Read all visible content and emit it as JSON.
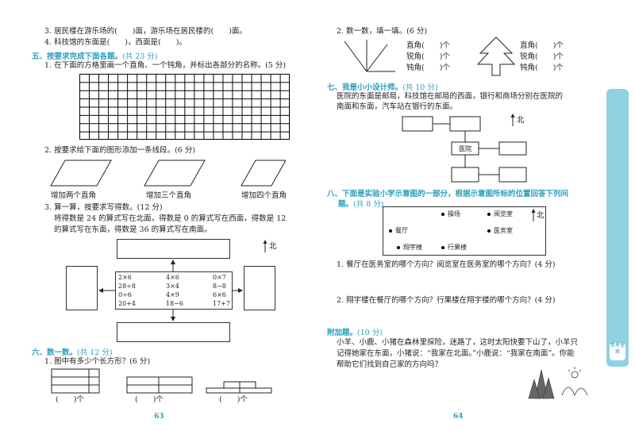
{
  "left": {
    "q3": "3. 居民楼在游乐场的(　　)面，游乐场在居民楼的(　　)面。",
    "q4": "4. 科技馆的东面是(　　)，西面是(　　)。",
    "sec5_title": "五、按要求完成下面各题。",
    "sec5_pts": "(共 23 分)",
    "s5q1": "1. 在下面的方格里画一个直角、一个钝角，并标出各部分的名称。(5 分)",
    "s5q2": "2. 按要求给下面的图形添加一条线段。(6 分)",
    "para_labels": [
      "增加两个直角",
      "增加三个直角",
      "增加四个直角"
    ],
    "s5q3": "3. 算一算，按要求写得数。(12 分)",
    "s5q3_text1": "将得数是 24 的算式写在北面，得数是 0 的算式写在西面，得数是 12",
    "s5q3_text2": "的算式写在东面，得数是 36 的算式写在南面。",
    "north": "北",
    "expressions": [
      [
        "2×6",
        "4×6",
        "0×7"
      ],
      [
        "28÷8",
        "3×4",
        "8−8"
      ],
      [
        "0÷6",
        "4×9",
        "6×6"
      ],
      [
        "20+4",
        "18−6",
        "17+7"
      ]
    ],
    "sec6_title": "六、数一数。",
    "sec6_pts": "(共 12 分)",
    "s6q1": "1. 图中有多少个长方形？(6 分)",
    "count_blank": "(　　)个",
    "page": "63"
  },
  "right": {
    "s6q2": "2. 数一数，填一填。(6 分)",
    "angle_lines_a": [
      "直角(　　)个",
      "锐角(　　)个",
      "钝角(　　)个"
    ],
    "angle_lines_b": [
      "直角(　　)个",
      "锐角(　　)个",
      "钝角(　　)个"
    ],
    "sec7_title": "七、我是小小设计师。",
    "sec7_pts": "(共 10 分)",
    "sec7_text1": "医院的东面是邮局，科技馆在邮局的西面，银行和商场分别在医院的",
    "sec7_text2": "南面和东面，汽车站在银行的东面。",
    "hospital": "医院",
    "north": "北",
    "sec8_title1": "八、下面是实验小学示意图的一部分，根据示意图所标的位置回答下列问",
    "sec8_title2": "题。",
    "sec8_pts": "(共 8 分)",
    "map_places": [
      "操场",
      "阅览室",
      "餐厅",
      "医务室",
      "翔宇楼",
      "行果楼"
    ],
    "s8q1": "1. 餐厅在医务室的哪个方向？阅览室在医务室的哪个方向？(4 分)",
    "s8q2": "2. 翔宇楼在餐厅的哪个方向？行果楼在翔宇楼的哪个方向？(4 分)",
    "bonus_title": "附加题。",
    "bonus_pts": "(10 分)",
    "bonus_text1": "小羊、小鹿、小猪在森林里探险，迷路了，这时太阳快要下山了，小羊只",
    "bonus_text2": "记得她家在东面，小猪说：“我家在北面。”小鹿说：“我家在南面”。你能",
    "bonus_text3": "帮助它们找到自己家的方向吗？",
    "page": "64",
    "side_label": "参考答案"
  }
}
